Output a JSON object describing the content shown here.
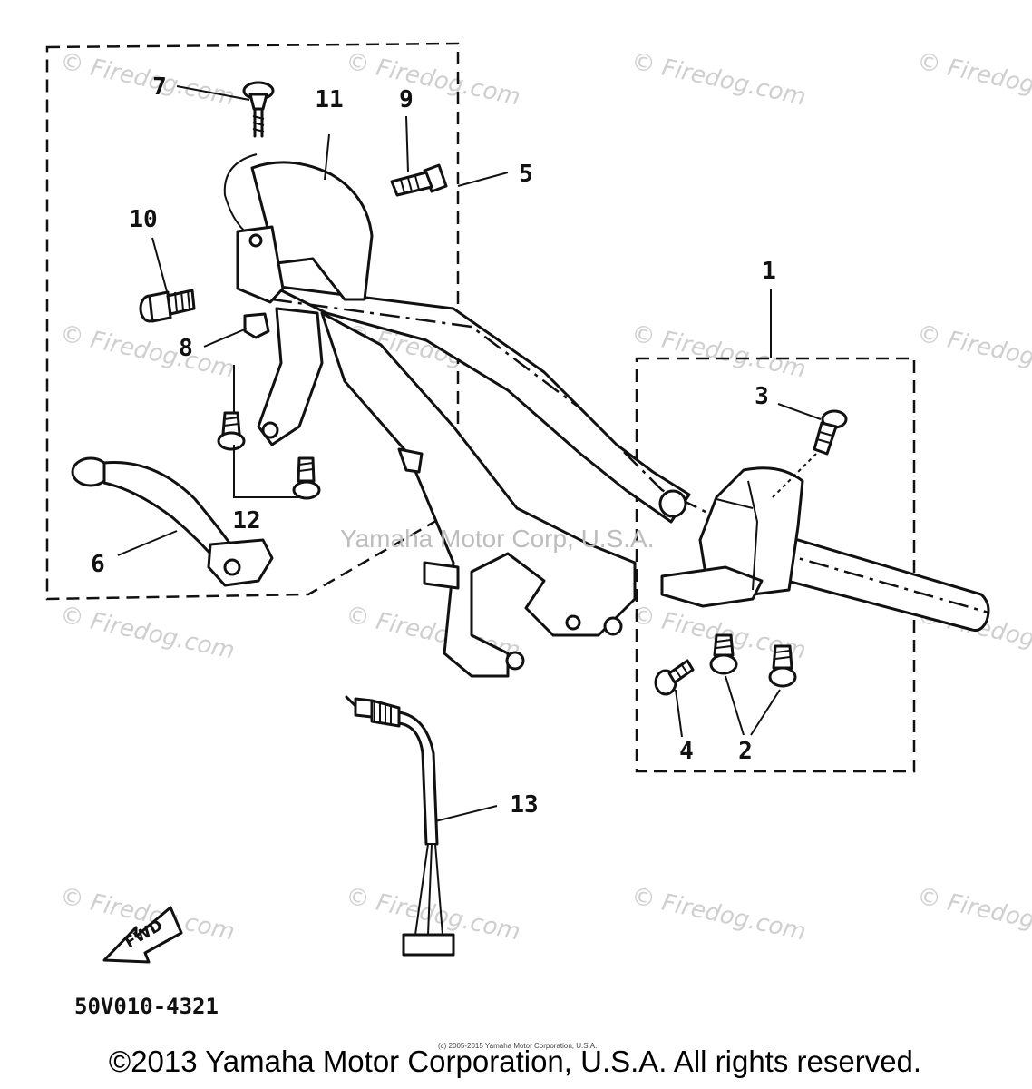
{
  "watermark": {
    "text": "© Firedog.com"
  },
  "center_watermark": "Yamaha Motor Corp, U.S.A.",
  "callouts": [
    "1",
    "2",
    "3",
    "4",
    "5",
    "6",
    "7",
    "8",
    "9",
    "10",
    "11",
    "12",
    "13"
  ],
  "fwd_label": "FWD",
  "figure_code": "50V010-4321",
  "tiny_notice": "(c) 2005-2015 Yamaha Motor Corporation, U.S.A.",
  "copyright": "©2013 Yamaha Motor Corporation, U.S.A. All rights reserved."
}
